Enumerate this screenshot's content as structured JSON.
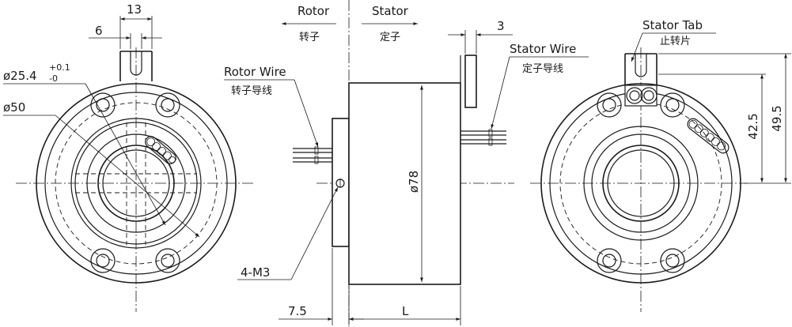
{
  "labels": {
    "rotor": "Rotor",
    "rotor_cn": "转子",
    "stator": "Stator",
    "stator_cn": "定子",
    "rotor_wire": "Rotor Wire",
    "rotor_wire_cn": "转子导线",
    "stator_wire": "Stator Wire",
    "stator_wire_cn": "定子导线",
    "stator_tab": "Stator Tab",
    "stator_tab_cn": "止转片",
    "thread": "4-M3"
  },
  "dimensions": {
    "tab_width": "13",
    "slot_width": "6",
    "bore_diameter": "ø25.4",
    "bore_tol_upper": "+0.1",
    "bore_tol_lower": "-0",
    "flange_diameter": "ø50",
    "body_diameter": "ø78",
    "tab_thickness": "3",
    "height_a": "42.5",
    "height_b": "49.5",
    "flange_depth": "7.5",
    "length": "L"
  }
}
